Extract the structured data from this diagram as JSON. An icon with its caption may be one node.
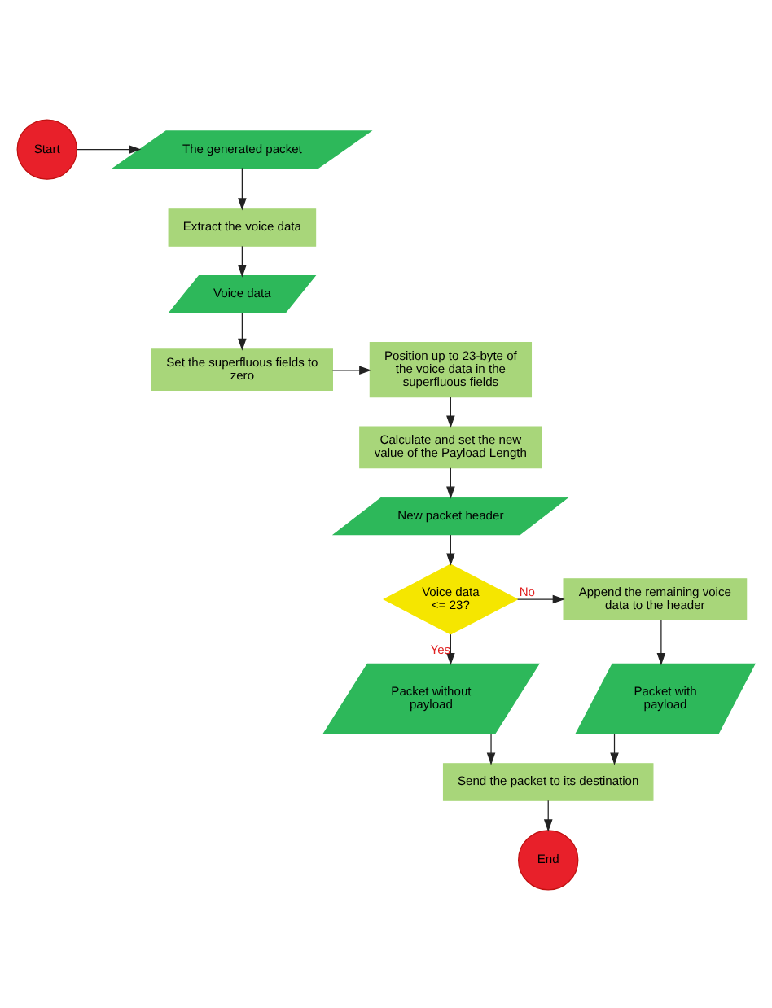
{
  "diagram": {
    "nodes": [
      {
        "text": [
          "Start"
        ]
      },
      {
        "text": [
          "The generated packet"
        ]
      },
      {
        "text": [
          "Extract the voice data"
        ]
      },
      {
        "text": [
          "Voice data"
        ]
      },
      {
        "text": [
          "Set the superfluous fields to zero"
        ]
      },
      {
        "text": [
          "Position up to 23-byte of the voice data in the superfluous fields"
        ]
      },
      {
        "text": [
          "Calculate and set the new value of the Payload Length"
        ]
      },
      {
        "text": [
          "New packet header"
        ]
      },
      {
        "text": [
          "Voice data <= 23?"
        ]
      },
      {
        "text": [
          "Append the remaining voice data to the header"
        ]
      },
      {
        "text": [
          "Packet with payload"
        ]
      },
      {
        "text": [
          "Packet without payload"
        ]
      },
      {
        "text": [
          "Send the packet to its destination"
        ]
      },
      {
        "text": [
          "End"
        ]
      }
    ],
    "edges": [
      {
        "from": 0,
        "to": 1,
        "arrow": "to"
      },
      {
        "from": 1,
        "to": 2,
        "arrow": "to"
      },
      {
        "from": 2,
        "to": 3,
        "arrow": "to"
      },
      {
        "from": 3,
        "to": 4,
        "arrow": "to"
      },
      {
        "from": 4,
        "to": 5,
        "arrow": "to"
      },
      {
        "from": 5,
        "to": 6,
        "arrow": "to"
      },
      {
        "from": 6,
        "to": 7,
        "arrow": "to"
      },
      {
        "from": 7,
        "to": 8,
        "arrow": "to"
      },
      {
        "from": 8,
        "to": 9,
        "arrow": "to",
        "label": "No"
      },
      {
        "from": 8,
        "to": 11,
        "arrow": "to",
        "label": "Yes"
      },
      {
        "from": 9,
        "to": 10,
        "arrow": "to"
      },
      {
        "from": 10,
        "to": 12,
        "arrow": "to"
      },
      {
        "from": 11,
        "to": 12,
        "arrow": "to"
      },
      {
        "from": 12,
        "to": 13,
        "arrow": "to"
      }
    ]
  }
}
